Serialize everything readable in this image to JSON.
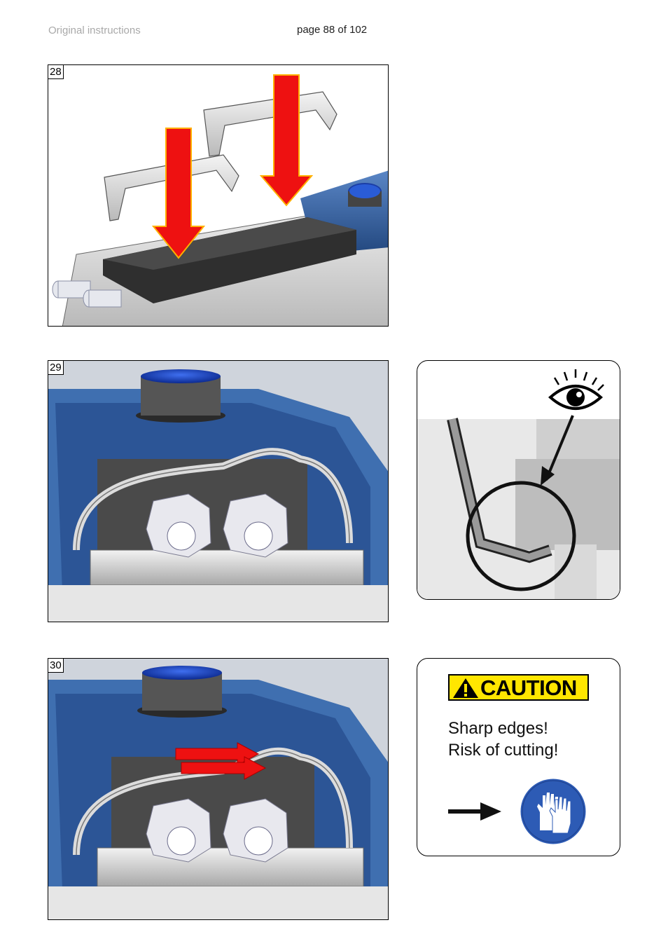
{
  "header": {
    "left": "Original instructions",
    "page": "page 88 of 102"
  },
  "steps": [
    {
      "number": "28"
    },
    {
      "number": "29"
    },
    {
      "number": "30"
    }
  ],
  "detail_icon": "eye-icon",
  "caution": {
    "label": "CAUTION",
    "line1": "Sharp edges!",
    "line2": "Risk of cutting!",
    "icons": [
      "warning-triangle-icon",
      "arrow-right-icon",
      "gloves-icon"
    ]
  },
  "colors": {
    "actuator_blue": "#3f6fb0",
    "arrow_red": "#ee1111",
    "caution_yellow": "#ffe600",
    "glove_sign_blue": "#2d5bb5"
  }
}
